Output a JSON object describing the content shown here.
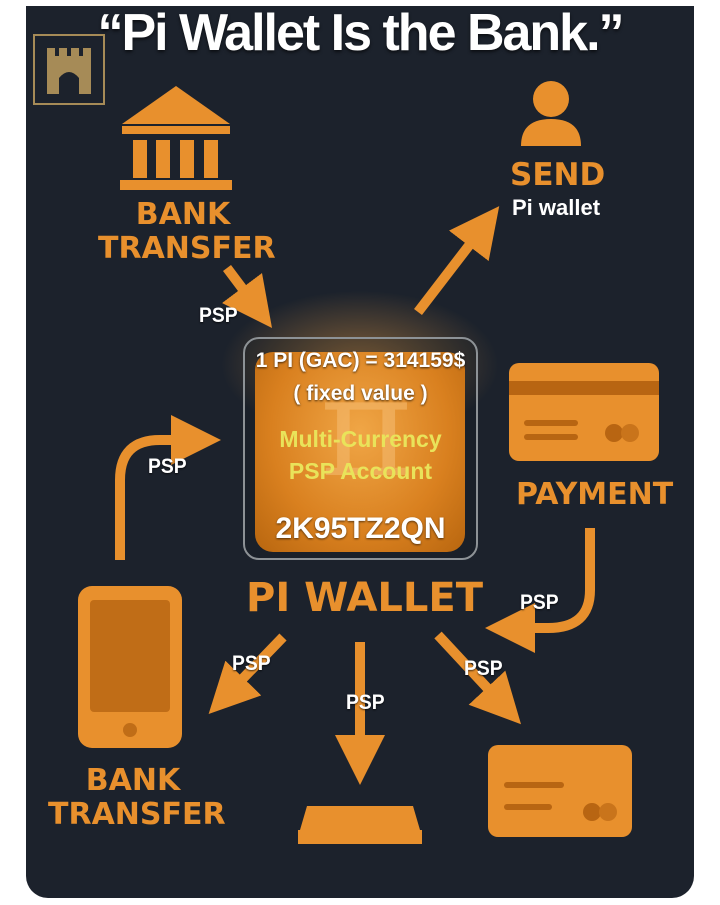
{
  "headline": "“Pi Wallet Is the Bank.”",
  "logo_icon": "castle-gate-icon",
  "nodes": {
    "bank_transfer_top": {
      "line1": "BANK",
      "line2": "TRANSFER",
      "icon": "bank-building-icon"
    },
    "send": {
      "title": "SEND",
      "subtitle": "Pi wallet",
      "icon": "person-icon"
    },
    "payment": {
      "title": "PAYMENT",
      "icon": "credit-card-icon"
    },
    "bank_transfer_bottom": {
      "line1": "BANK",
      "line2": "TRANSFER",
      "icon": "smartphone-icon"
    },
    "bottom_center": {
      "icon": "card-slot-icon"
    },
    "bottom_right": {
      "icon": "credit-card-icon"
    }
  },
  "center": {
    "rate": "1 PI (GAC) = 314159$",
    "fixed": "( fixed value )",
    "account_line1": "Multi-Currency",
    "account_line2": "PSP Account",
    "code": "2K95TZ2QN",
    "icon": "pi-symbol-icon"
  },
  "wallet_title": "PI WALLET",
  "flow_labels": {
    "bank_in": "PSP",
    "phone_in": "PSP",
    "payment_in": "PSP",
    "out_left": "PSP",
    "out_center": "PSP",
    "out_right": "PSP"
  },
  "colors": {
    "background": "#1c222c",
    "accent": "#e8902d",
    "highlight_text": "#e9e35a"
  }
}
